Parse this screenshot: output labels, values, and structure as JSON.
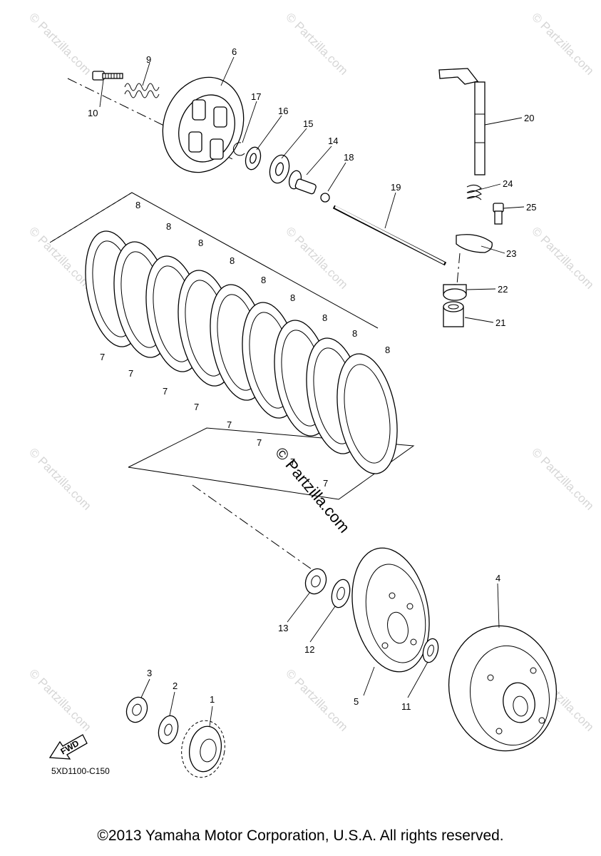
{
  "watermark": "© Partzilla.com",
  "center_watermark": "© Partzilla.com",
  "diagram_code": "5XD1100-C150",
  "fwd_label": "FWD",
  "copyright": "©2013 Yamaha Motor Corporation, U.S.A. All rights reserved.",
  "callouts": [
    "1",
    "2",
    "3",
    "4",
    "5",
    "6",
    "7",
    "8",
    "9",
    "10",
    "11",
    "12",
    "13",
    "14",
    "15",
    "16",
    "17",
    "18",
    "19",
    "20",
    "21",
    "22",
    "23",
    "24",
    "25"
  ]
}
